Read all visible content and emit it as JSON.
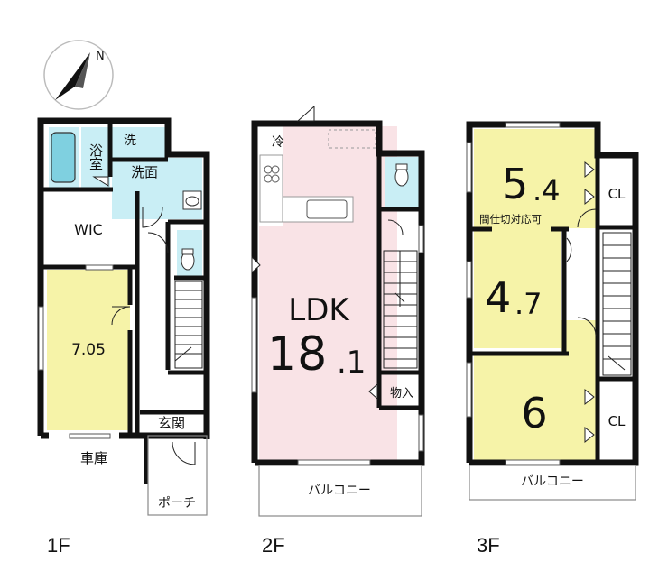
{
  "compass": {
    "north_label": "N"
  },
  "floors": [
    {
      "name": "1F",
      "rooms": {
        "bath": "浴室",
        "laundry_mark": "洗",
        "washroom": "洗面",
        "wic": "WIC",
        "bedroom_size": "7.05",
        "entrance": "玄関",
        "garage": "車庫",
        "porch": "ポーチ"
      }
    },
    {
      "name": "2F",
      "rooms": {
        "fridge": "冷",
        "ldk_label": "LDK",
        "ldk_size_main": "18",
        "ldk_size_decimal": ".1",
        "storage": "物入",
        "balcony": "バルコニー"
      }
    },
    {
      "name": "3F",
      "rooms": {
        "room1_main": "5",
        "room1_decimal": ".4",
        "partition_note": "間仕切対応可",
        "closet1": "CL",
        "room2_main": "4",
        "room2_decimal": ".7",
        "room3_size": "6",
        "closet2": "CL",
        "balcony": "バルコニー"
      }
    }
  ],
  "colors": {
    "wall": "#111111",
    "bedroom": "#f6f3a8",
    "wet_area": "#c9eef5",
    "ldk": "#f9e3e6",
    "background": "#ffffff"
  }
}
